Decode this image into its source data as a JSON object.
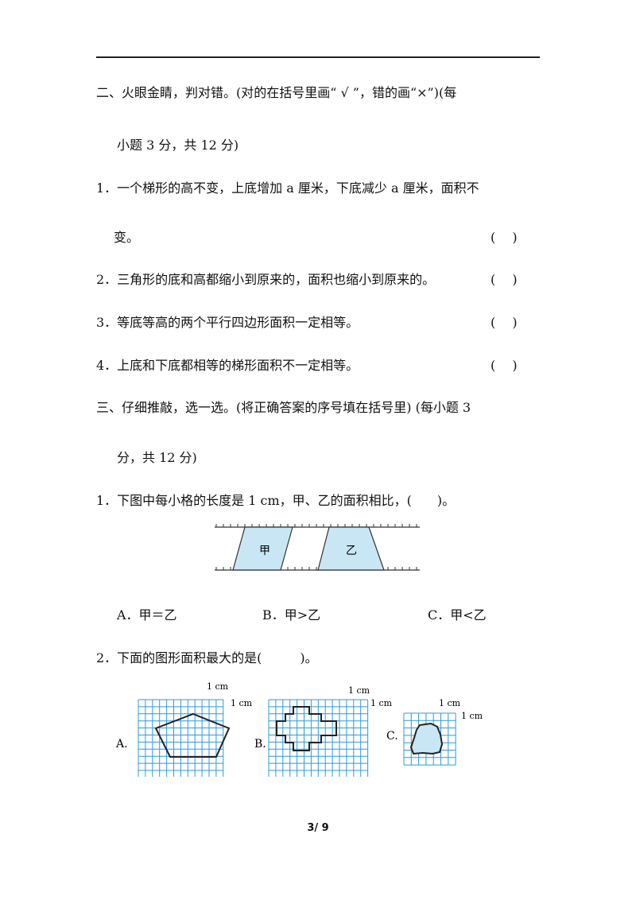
{
  "section2": {
    "heading_line1": "二、火眼金睛，判对错。(对的在括号里画“ √ ”，错的画“×”)(每",
    "heading_line2": "小题 3 分，共 12 分)",
    "q1_line1": "1．一个梯形的高不变，上底增加 a 厘米，下底减少 a 厘米，面积不",
    "q1_line2": "变。",
    "q2": "2．三角形的底和高都缩小到原来的，面积也缩小到原来的。",
    "q3": "3．等底等高的两个平行四边形面积一定相等。",
    "q4": "4．上底和下底都相等的梯形面积不一定相等。",
    "paren": "(　 )"
  },
  "section3": {
    "heading_line1": "三、仔细推敲，选一选。(将正确答案的序号填在括号里) (每小题 3",
    "heading_line2": "分，共 12 分)",
    "q1": "1．下图中每小格的长度是 1 cm，甲、乙的面积相比，(　　)。",
    "q1_fig": {
      "left_label": "甲",
      "right_label": "乙"
    },
    "q1_options": [
      "A．甲＝乙",
      "B．甲>乙",
      "C．甲<乙"
    ],
    "q2": "2．下面的图形面积最大的是(　　　)。",
    "q2_fig": {
      "unit_top": "1 cm",
      "unit_side": "1 cm",
      "labels": [
        "A.",
        "B.",
        "C."
      ]
    }
  },
  "footer": {
    "page": "3/ 9"
  },
  "colors": {
    "grid": "#2f9bd6",
    "fill": "#c9e6f5",
    "ink": "#222222"
  }
}
